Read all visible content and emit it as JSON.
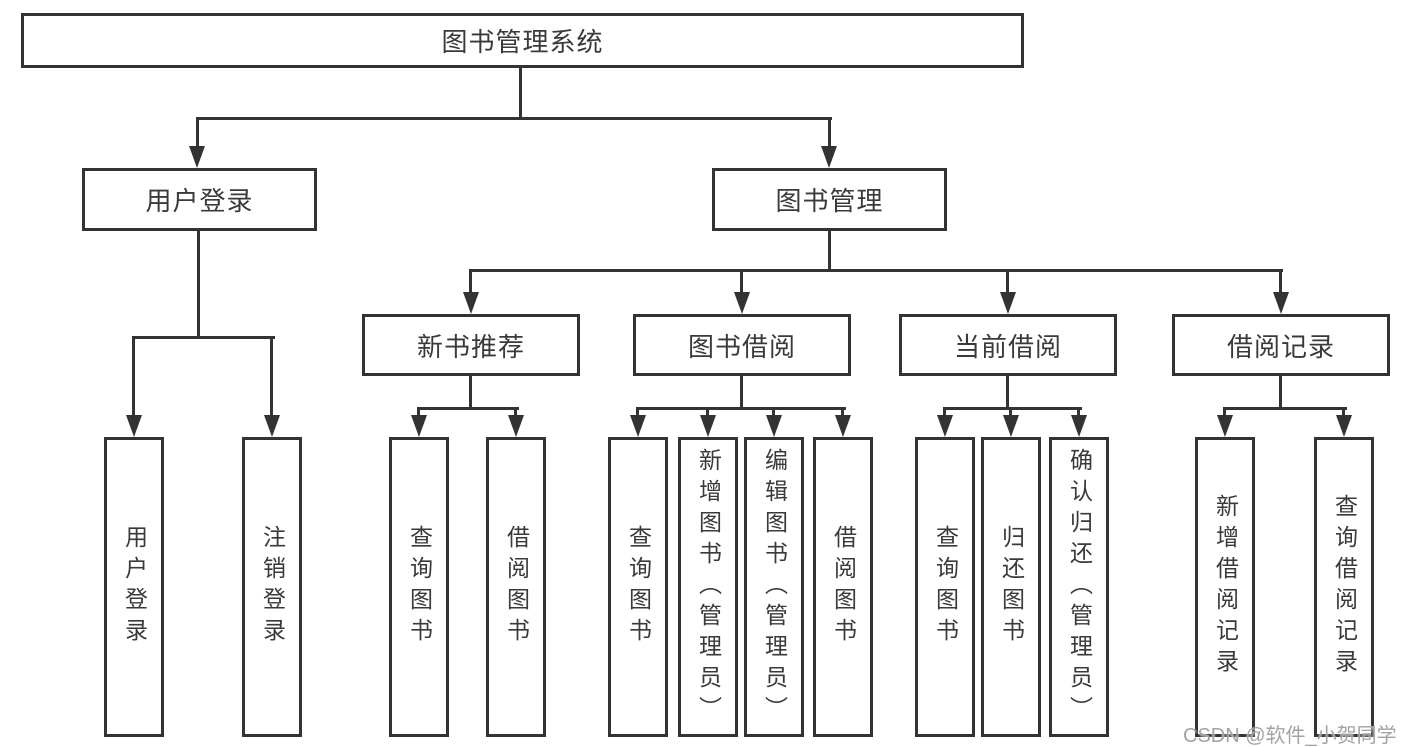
{
  "diagram_title": "图书管理系统",
  "nodes": {
    "root": {
      "label": "图书管理系统"
    },
    "user_login": {
      "label": "用户登录"
    },
    "book_mgmt": {
      "label": "图书管理"
    },
    "new_book_rec": {
      "label": "新书推荐"
    },
    "book_borrow": {
      "label": "图书借阅"
    },
    "current_borrow": {
      "label": "当前借阅"
    },
    "borrow_records": {
      "label": "借阅记录"
    },
    "leaves": {
      "user_login_leaf": "用户登录",
      "logout": "注销登录",
      "rec_query_books": "查询图书",
      "rec_borrow_books": "借阅图书",
      "bb_query_books": "查询图书",
      "bb_add_books": "新增图书（管理员）",
      "bb_edit_books": "编辑图书（管理员）",
      "bb_borrow_books": "借阅图书",
      "cb_query_books": "查询图书",
      "cb_return_books": "归还图书",
      "cb_confirm_return": "确认归还（管理员）",
      "br_add_record": "新增借阅记录",
      "br_query_record": "查询借阅记录"
    }
  },
  "hierarchy": {
    "图书管理系统": [
      "用户登录",
      "图书管理"
    ],
    "用户登录": [
      "用户登录",
      "注销登录"
    ],
    "图书管理": [
      "新书推荐",
      "图书借阅",
      "当前借阅",
      "借阅记录"
    ],
    "新书推荐": [
      "查询图书",
      "借阅图书"
    ],
    "图书借阅": [
      "查询图书",
      "新增图书（管理员）",
      "编辑图书（管理员）",
      "借阅图书"
    ],
    "当前借阅": [
      "查询图书",
      "归还图书",
      "确认归还（管理员）"
    ],
    "借阅记录": [
      "新增借阅记录",
      "查询借阅记录"
    ]
  },
  "watermark": {
    "text": "CSDN @软件_小贺同学"
  },
  "colors": {
    "line": "#333333",
    "text": "#3a3a3a",
    "background": "#ffffff",
    "watermark": "#a3a3a3"
  }
}
